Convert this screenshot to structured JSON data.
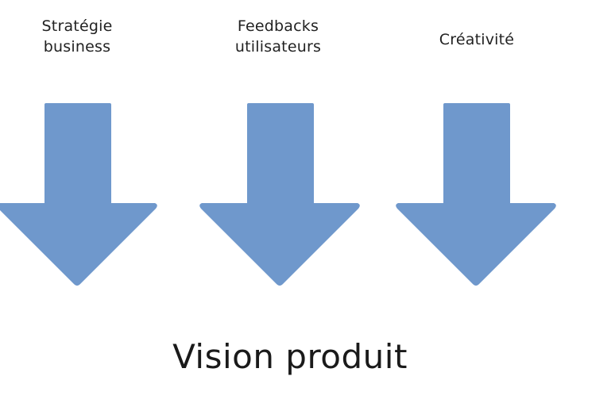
{
  "inputs": [
    {
      "line1": "Stratégie",
      "line2": "business"
    },
    {
      "line1": "Feedbacks",
      "line2": "utilisateurs"
    },
    {
      "line1": "Créativité",
      "line2": ""
    }
  ],
  "result": {
    "label": "Vision produit"
  },
  "colors": {
    "arrow": "#6F98CC",
    "text": "#222222"
  }
}
